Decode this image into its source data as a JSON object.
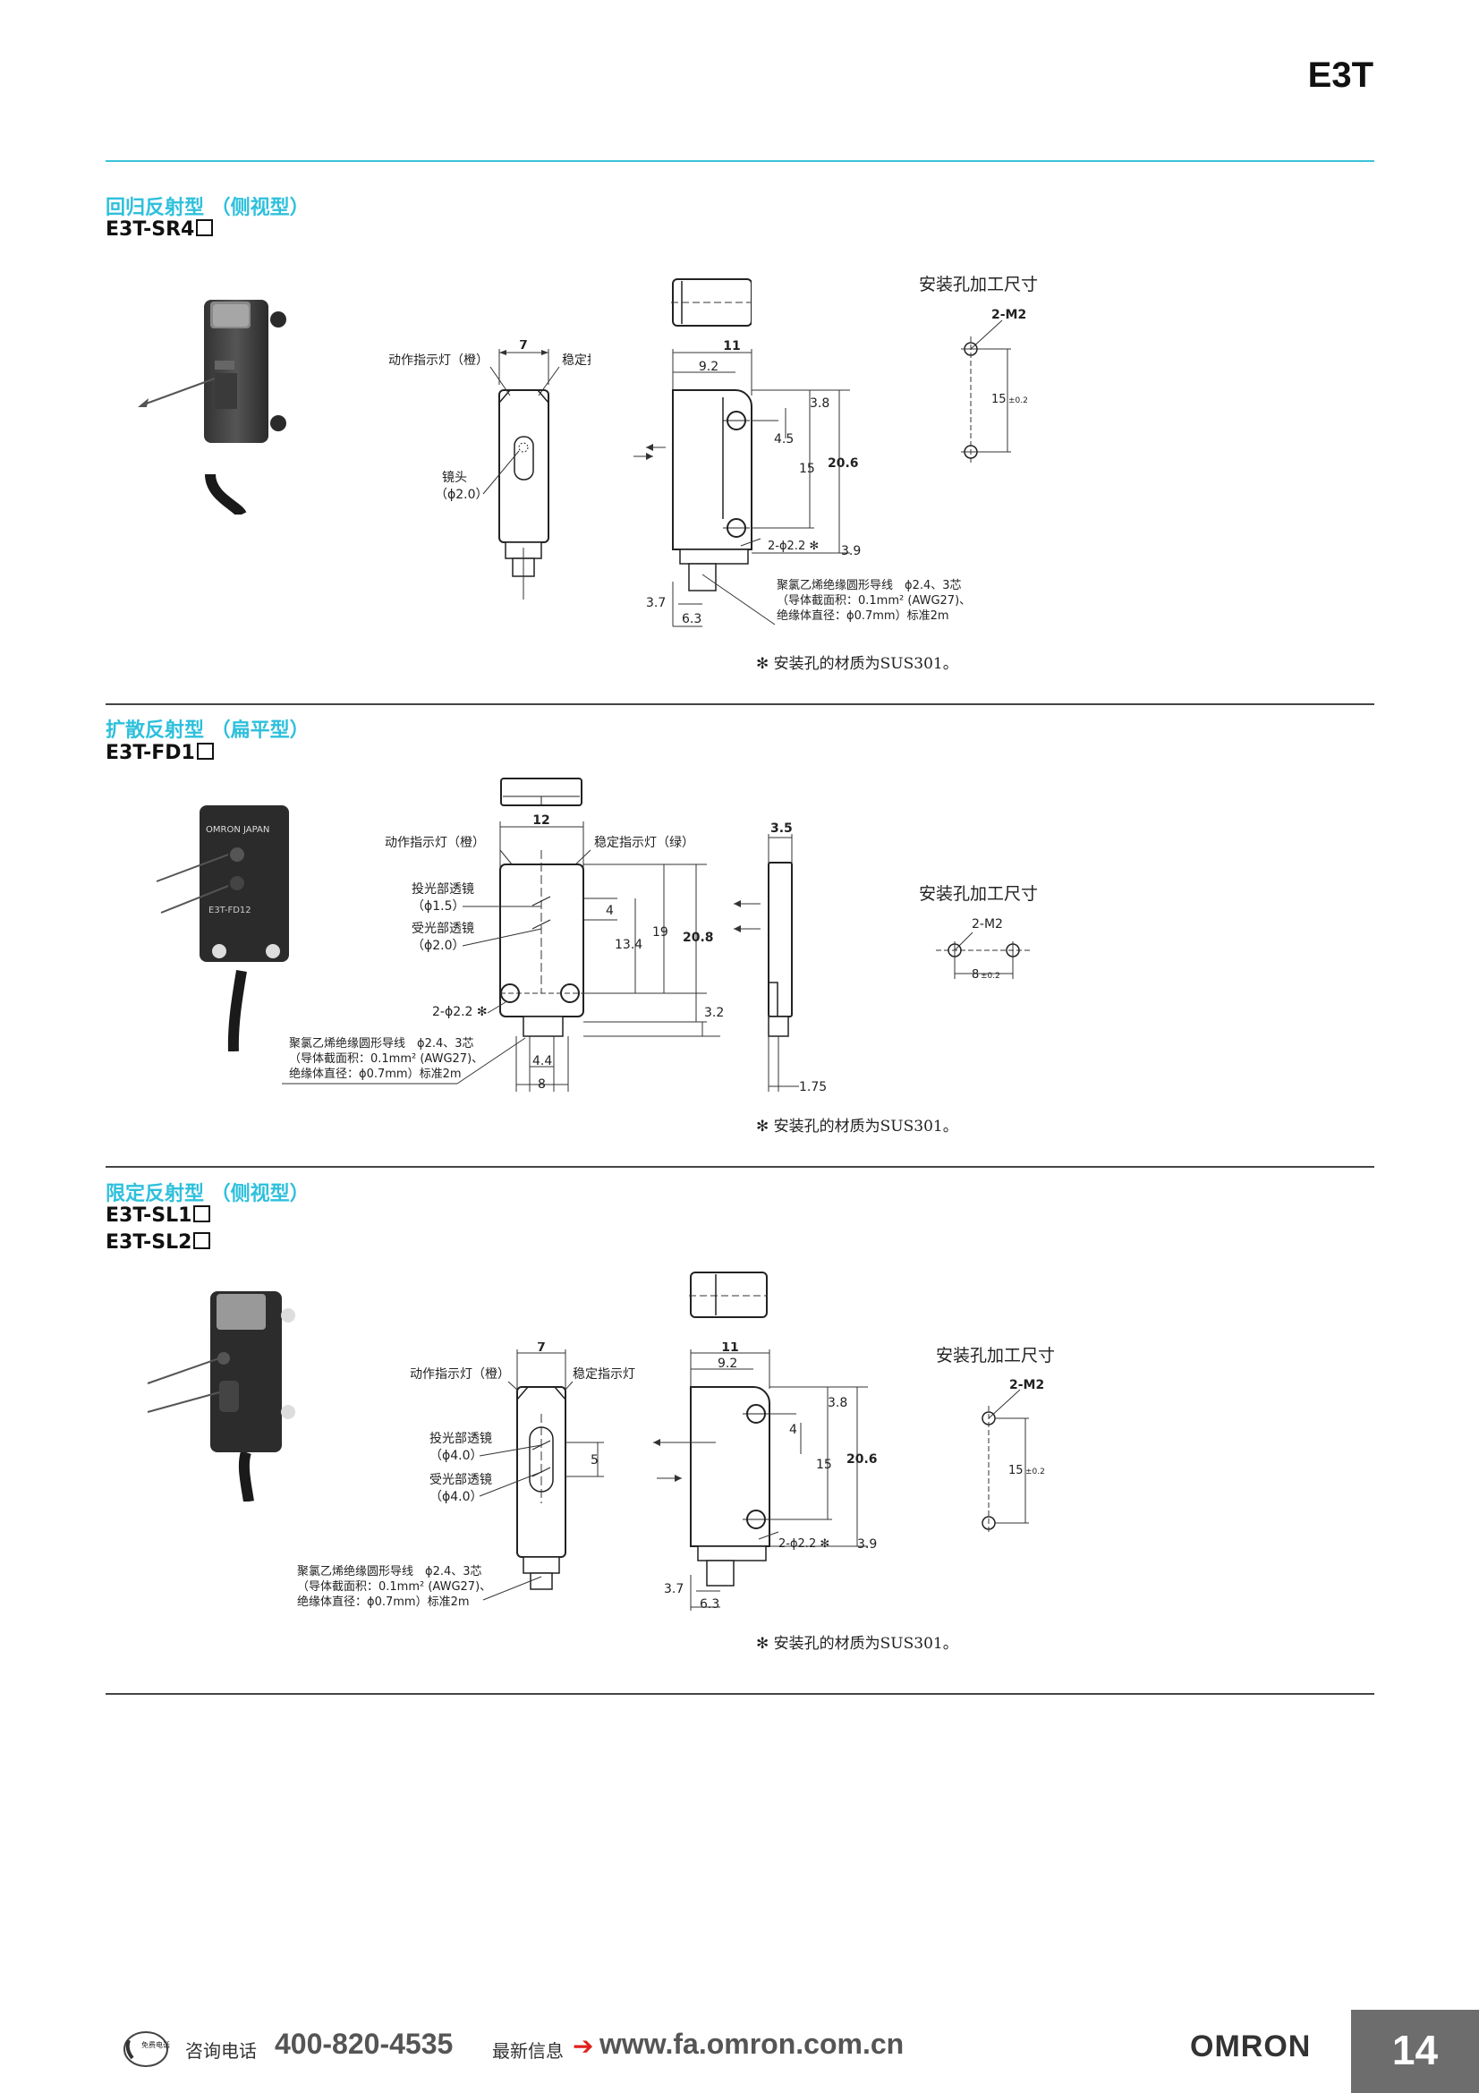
{
  "header": {
    "title": "E3T"
  },
  "sections": [
    {
      "title": "回归反射型 （侧视型）",
      "models": [
        "E3T-SR4"
      ],
      "labels": {
        "op_indicator": "动作指示灯（橙）",
        "stab_indicator": "稳定指示灯（绿）",
        "lens": "镜头",
        "lens_dia": "（ϕ2.0）",
        "hole": "2-ϕ2.2 ✻",
        "cable1": "聚氯乙烯绝缘圆形导线　ϕ2.4、3芯",
        "cable2": "（导体截面积：0.1mm² (AWG27)、",
        "cable3": "绝缘体直径：ϕ0.7mm）标准2m",
        "d_7": "7",
        "d_11": "11",
        "d_92": "9.2",
        "d_38": "3.8",
        "d_45": "4.5",
        "d_15": "15",
        "d_206": "20.6",
        "d_39": "3.9",
        "d_37": "3.7",
        "d_63": "6.3"
      },
      "mount": {
        "title": "安装孔加工尺寸",
        "thread": "2-M2",
        "pitch": "15",
        "tol": "±0.2"
      },
      "note": "✻ 安装孔的材质为SUS301。"
    },
    {
      "title": "扩散反射型 （扁平型）",
      "models": [
        "E3T-FD1"
      ],
      "labels": {
        "op_indicator": "动作指示灯（橙）",
        "stab_indicator": "稳定指示灯（绿）",
        "emit_lens": "投光部透镜",
        "emit_dia": "（ϕ1.5）",
        "recv_lens": "受光部透镜",
        "recv_dia": "（ϕ2.0）",
        "hole": "2-ϕ2.2 ✻",
        "cable1": "聚氯乙烯绝缘圆形导线　ϕ2.4、3芯",
        "cable2": "（导体截面积：0.1mm² (AWG27)、",
        "cable3": "绝缘体直径：ϕ0.7mm）标准2m",
        "d_12": "12",
        "d_4": "4",
        "d_134": "13.4",
        "d_19": "19",
        "d_208": "20.8",
        "d_32": "3.2",
        "d_44": "4.4",
        "d_8": "8",
        "d_35": "3.5",
        "d_175": "1.75"
      },
      "mount": {
        "title": "安装孔加工尺寸",
        "thread": "2-M2",
        "pitch": "8",
        "tol": "±0.2"
      },
      "note": "✻ 安装孔的材质为SUS301。"
    },
    {
      "title": "限定反射型 （侧视型）",
      "models": [
        "E3T-SL1",
        "E3T-SL2"
      ],
      "labels": {
        "op_indicator": "动作指示灯（橙）",
        "stab_indicator": "稳定指示灯（绿）",
        "emit_lens": "投光部透镜",
        "emit_dia": "（ϕ4.0）",
        "recv_lens": "受光部透镜",
        "recv_dia": "（ϕ4.0）",
        "hole": "2-ϕ2.2 ✻",
        "cable1": "聚氯乙烯绝缘圆形导线　ϕ2.4、3芯",
        "cable2": "（导体截面积：0.1mm² (AWG27)、",
        "cable3": "绝缘体直径：ϕ0.7mm）标准2m",
        "d_7": "7",
        "d_5": "5",
        "d_11": "11",
        "d_92": "9.2",
        "d_38": "3.8",
        "d_4": "4",
        "d_15": "15",
        "d_206": "20.6",
        "d_39": "3.9",
        "d_37": "3.7",
        "d_63": "6.3"
      },
      "mount": {
        "title": "安装孔加工尺寸",
        "thread": "2-M2",
        "pitch": "15",
        "tol": "±0.2"
      },
      "note": "✻ 安装孔的材质为SUS301。"
    }
  ],
  "footer": {
    "phone_label": "咨询电话",
    "phone": "400-820-4535",
    "info_label": "最新信息",
    "url": "www.fa.omron.com.cn",
    "brand": "OMRON",
    "page": "14",
    "badge": "免费电话",
    "arrow_color": "#e0201c"
  }
}
